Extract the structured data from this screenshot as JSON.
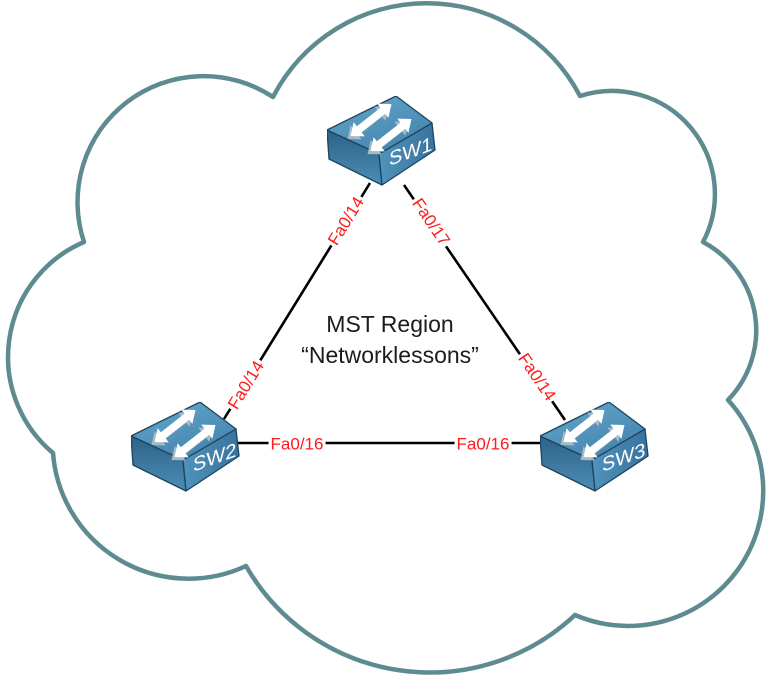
{
  "diagram": {
    "title_lines": [
      "MST Region",
      "“Networklessons”"
    ],
    "switches": [
      {
        "label": "SW1"
      },
      {
        "label": "SW2"
      },
      {
        "label": "SW3"
      }
    ],
    "links": [
      {
        "name": "SW1-SW2",
        "label_a": "Fa0/14",
        "label_b": "Fa0/14"
      },
      {
        "name": "SW1-SW3",
        "label_a": "Fa0/17",
        "label_b": "Fa0/14"
      },
      {
        "name": "SW2-SW3",
        "label_a": "Fa0/16",
        "label_b": "Fa0/16"
      }
    ],
    "colors": {
      "cloud_outline": "#5e8b90",
      "link_line": "#000000",
      "interface_label": "#ff1b1b",
      "region_text": "#1c1c1c",
      "switch_top": "#4e92ba",
      "switch_left": "#336187",
      "switch_right": "#3a739c"
    }
  }
}
